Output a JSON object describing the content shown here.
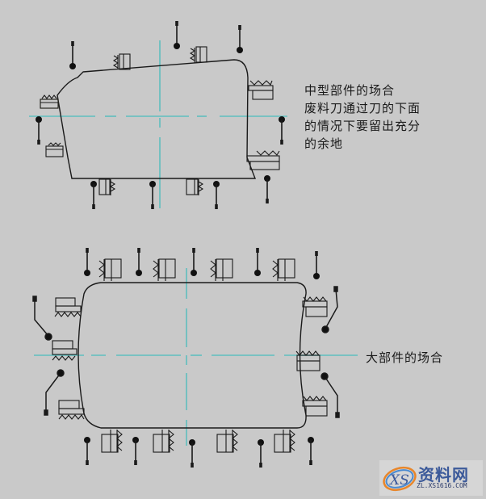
{
  "diagram_top": {
    "title": "中型部件的场合",
    "note_lines": [
      "中型部件的场合",
      "废料刀通过刀的下面",
      "的情况下要留出充分",
      "的余地"
    ]
  },
  "diagram_bottom": {
    "note": "大部件的场合"
  },
  "watermark": {
    "logo_text": "XS",
    "title": "资料网",
    "url": "ZL.XS1616.COM"
  },
  "colors": {
    "background": "#c9c9c9",
    "outline": "#1a1a1a",
    "centerline": "#5fbfbf",
    "watermark_blue": "#3c5a9a",
    "watermark_orange": "#e8862a"
  }
}
